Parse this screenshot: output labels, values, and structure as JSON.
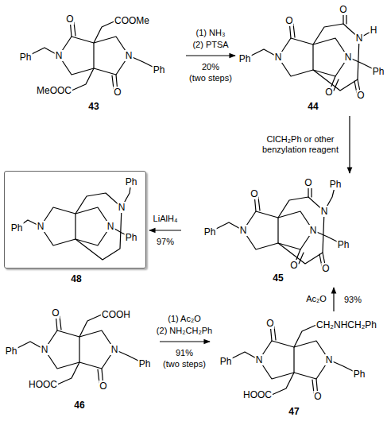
{
  "diagram": {
    "nodes": [
      {
        "text": [
          "43"
        ]
      },
      {
        "text": [
          "44"
        ]
      },
      {
        "text": [
          "45"
        ]
      },
      {
        "text": [
          "48"
        ]
      },
      {
        "text": [
          "46"
        ]
      },
      {
        "text": [
          "47"
        ]
      }
    ],
    "edges": [
      {
        "from": 0,
        "to": 1,
        "arrow": "to",
        "label": "(1) NH₃"
      },
      {
        "from": 1,
        "to": 2,
        "arrow": "to",
        "label": "ClCH₂Ph or other benzylation reagent"
      },
      {
        "from": 2,
        "to": 3,
        "arrow": "to",
        "label": "LiAlH₄"
      },
      {
        "from": 4,
        "to": 5,
        "arrow": "to",
        "label": "(1) Ac₂O"
      },
      {
        "from": 5,
        "to": 2,
        "arrow": "to",
        "label": "Ac₂O"
      }
    ],
    "labels": [
      "Ph",
      "N",
      "O",
      "COOMe",
      "N",
      "Ph",
      "MeOOC",
      "O",
      "(2) PTSA",
      "20%",
      "(two steps)",
      "Ph",
      "N",
      "O",
      "O",
      "H",
      "N",
      "N",
      "Ph",
      "O",
      "O",
      "Ph",
      "N",
      "O",
      "O",
      "Ph",
      "N",
      "N",
      "Ph",
      "O",
      "O",
      "97%",
      "Ph",
      "N",
      "Ph",
      "N",
      "N",
      "Ph",
      "Ph",
      "N",
      "O",
      "COOH",
      "N",
      "Ph",
      "HOOC",
      "O",
      "(2) NH₂CH₂Ph",
      "91%",
      "(two steps)",
      "Ph",
      "N",
      "O",
      "CH₂NHCH₂Ph",
      "N",
      "Ph",
      "HOOC",
      "O",
      "93%"
    ]
  }
}
